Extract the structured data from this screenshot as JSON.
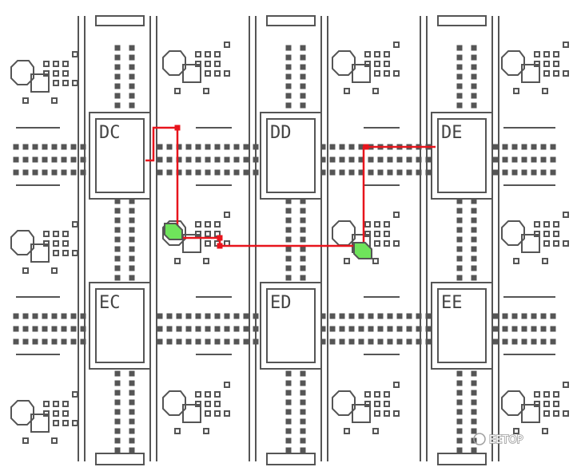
{
  "diagram": {
    "blocks": [
      {
        "id": "DC",
        "label": "DC"
      },
      {
        "id": "DD",
        "label": "DD"
      },
      {
        "id": "DE",
        "label": "DE"
      },
      {
        "id": "EC",
        "label": "EC"
      },
      {
        "id": "ED",
        "label": "ED"
      },
      {
        "id": "EE",
        "label": "EE"
      }
    ],
    "colors": {
      "background": "#ffffff",
      "wire": "#555555",
      "route": "#e8141c",
      "active_switch": "#6fe35b",
      "block_fill": "#ffffff"
    },
    "watermark": {
      "text": "EETOP",
      "icon": "wechat-icon"
    }
  }
}
